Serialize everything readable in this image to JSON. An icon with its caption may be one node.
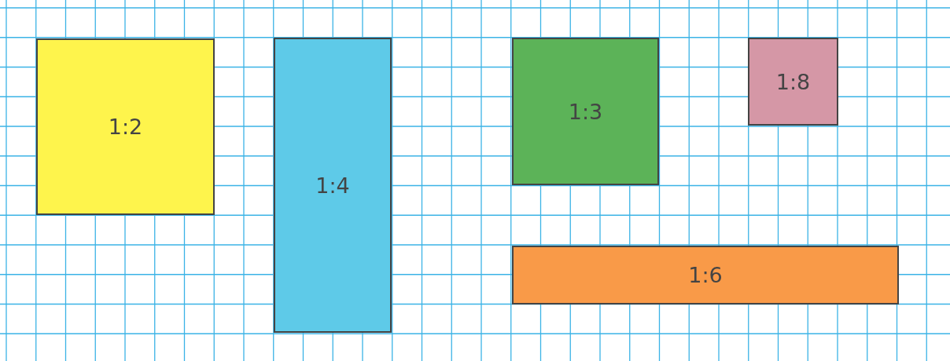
{
  "diagram": {
    "nodes": [
      {
        "text": [
          "1:2"
        ]
      },
      {
        "text": [
          "1:4"
        ]
      },
      {
        "text": [
          "1:3"
        ]
      },
      {
        "text": [
          "1:8"
        ]
      },
      {
        "text": [
          "1:6"
        ]
      }
    ]
  }
}
